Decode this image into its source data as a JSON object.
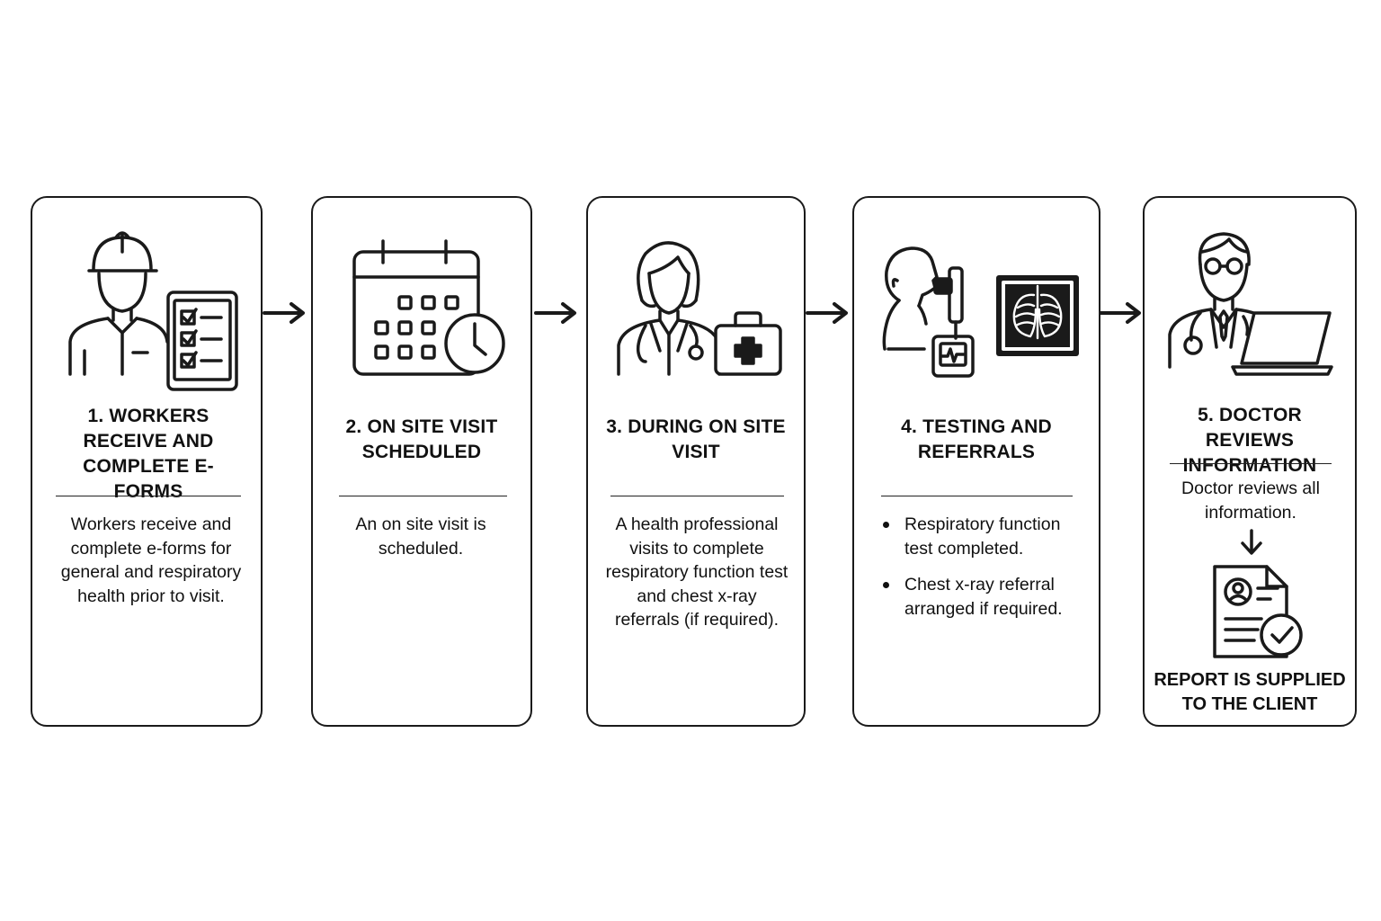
{
  "steps": [
    {
      "title": "1. WORKERS RECEIVE AND COMPLETE E-FORMS",
      "description": "Workers receive and complete e-forms for general and respiratory health prior to visit.",
      "icons": [
        "construction-worker-icon",
        "tablet-checklist-icon"
      ]
    },
    {
      "title": "2. ON SITE VISIT SCHEDULED",
      "description": "An on site visit is scheduled.",
      "icons": [
        "calendar-icon",
        "clock-icon"
      ]
    },
    {
      "title": "3. DURING ON SITE VISIT",
      "description": "A health professional visits to complete respiratory function test and chest x-ray referrals (if required).",
      "icons": [
        "health-professional-icon",
        "medical-kit-icon"
      ]
    },
    {
      "title": "4. TESTING AND REFERRALS",
      "bullets": [
        "Respiratory function test completed.",
        "Chest x-ray referral arranged if required."
      ],
      "icons": [
        "spirometry-test-icon",
        "chest-xray-icon"
      ]
    },
    {
      "title": "5. DOCTOR REVIEWS INFORMATION",
      "description": "Doctor reviews all information.",
      "report_text": "REPORT IS SUPPLIED TO THE CLIENT",
      "icons": [
        "doctor-icon",
        "laptop-icon",
        "down-arrow-icon",
        "report-document-icon"
      ]
    }
  ],
  "colors": {
    "stroke": "#1a1a1a",
    "background": "#ffffff"
  }
}
